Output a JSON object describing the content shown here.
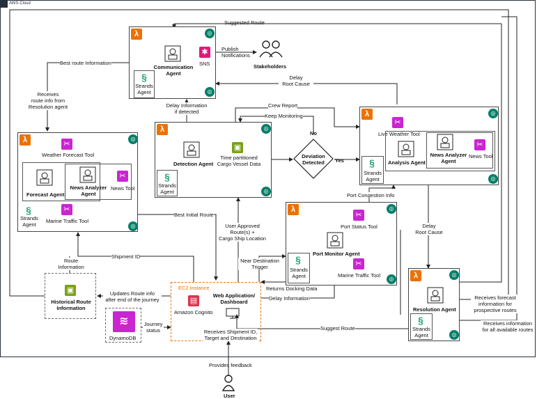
{
  "cloud_label": "AWS Cloud",
  "communication": {
    "name": "Communication\nAgent",
    "sns": "SNS",
    "strands": "Strands\nAgent"
  },
  "stakeholders": "Stakeholders",
  "publish": "Publish\nNotifications",
  "suggested_route": "Suggested Route",
  "best_route_info": "Best route Information",
  "receives_route": "Receives\nroute info from\nResolution agent",
  "delay_root_cause_1": "Delay\nRoot Cause",
  "crew_report": "Crew Report",
  "keep_monitoring": "Keep Monitoring",
  "delay_info_detected": "Delay Information\nif detected",
  "forecast": {
    "weather_tool": "Weather Forecast Tool",
    "news_agent": "News Analyzer\nAgent",
    "news_tool": "News Tool",
    "agent": "Forecast Agent",
    "strands": "Strands\nAgent",
    "marine_tool": "Marine Traffic Tool"
  },
  "detection": {
    "agent": "Detection Agent",
    "data": "Time partitioned\nCargo Vessel Data",
    "strands": "Strands\nAgent"
  },
  "deviation": {
    "label": "Deviation\nDetected",
    "no": "No",
    "yes": "Yes"
  },
  "analysis": {
    "weather_tool": "Live Weather Tool",
    "news_agent": "News Analyzer\nAgent",
    "news_tool": "News Tool",
    "agent": "Analysis Agent",
    "strands": "Strands\nAgent"
  },
  "port_congestion": "Port Congestion Info",
  "best_initial_route": "Best Initial Route",
  "user_approved": "User Approved\nRoute(s) +\nCargo Ship Location",
  "port": {
    "status_tool": "Port Status Tool",
    "agent": "Port Monitor Agent",
    "strands": "Strands\nAgent",
    "marine_tool": "Marine Traffic Tool"
  },
  "delay_root_cause_2": "Delay\nRoot Cause",
  "shipment_id": "Shipment ID",
  "route_information": "Route\nInformation",
  "near_destination": "Near Destination\nTrigger",
  "returns_docking": "Returns Docking Data",
  "delay_information": "Delay Information",
  "historical": "Historical Route\nInformation",
  "updates_route": "Updates Route info\nafter end of the journey",
  "ec2": {
    "label": "EC2 instance",
    "cognito": "Amazon Cognito",
    "web": "Web Application/\nDashboard"
  },
  "dynamodb": "DynamoDB",
  "journey_status": "Journey\nstatus",
  "resolution": {
    "agent": "Resolution Agent",
    "strands": "Strands\nAgent"
  },
  "suggest_route": "Suggest Route",
  "receives_forecast": "Receives forecast\ninformation for\nprospective routes",
  "receives_all": "Receives information\nfor all available routes",
  "receives_shipment": "Receives Shipment ID,\nTarget and Destination",
  "provides_feedback": "Provides feedback",
  "user": "User"
}
